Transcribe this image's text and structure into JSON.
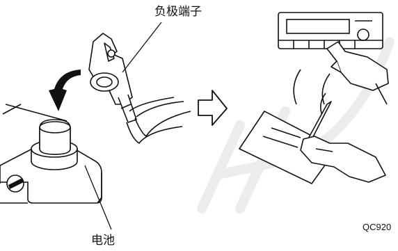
{
  "labels": {
    "negative_terminal": "负极端子",
    "battery": "电池",
    "figure_code": "QC920"
  },
  "colors": {
    "line": "#111111",
    "background": "#ffffff",
    "watermark": "#d9d9d9"
  },
  "icons": {
    "rotate_arrow": "curved-arrow-icon",
    "next_step_arrow": "outline-right-arrow-icon"
  }
}
